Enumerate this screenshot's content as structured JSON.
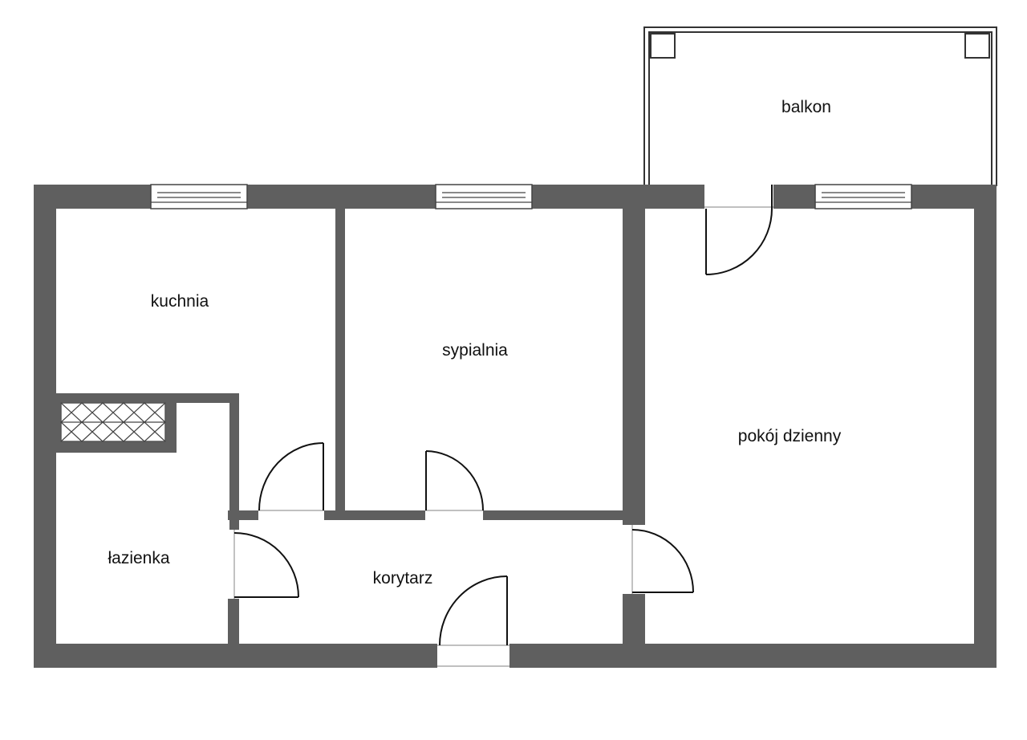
{
  "colors": {
    "wall": "#5f5f5f",
    "background": "#ffffff",
    "vent_hatch": "#ffffff"
  },
  "rooms": {
    "balcony": "balkon",
    "kitchen": "kuchnia",
    "bedroom": "sypialnia",
    "living_room": "pokój dzienny",
    "bathroom": "łazienka",
    "hallway": "korytarz"
  }
}
